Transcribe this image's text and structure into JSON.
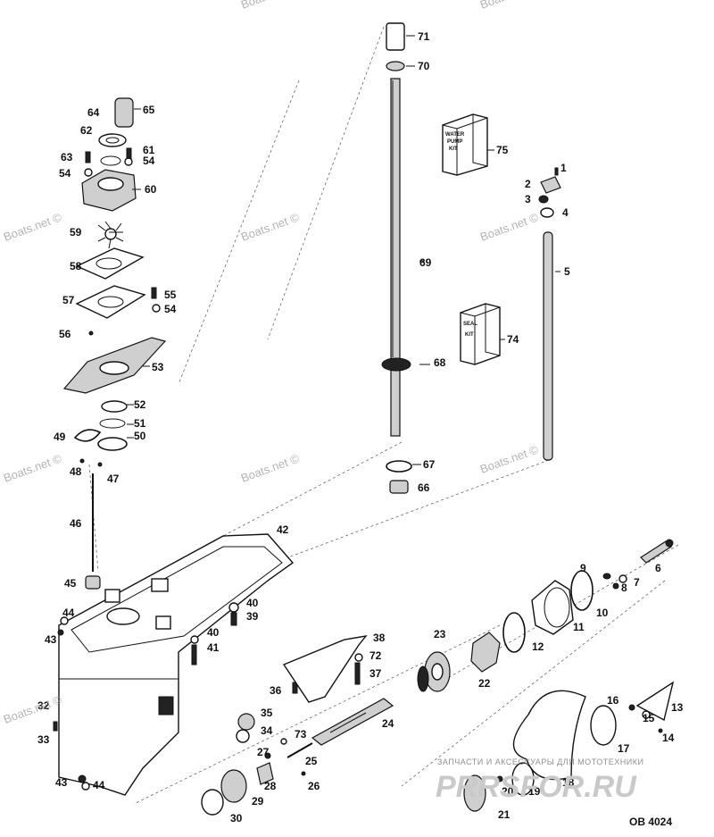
{
  "watermark": "Boats.net ©",
  "drawing_code": "OB 4024",
  "banner": {
    "tagline": "ЗАПЧАСТИ И АКСЕССУАРЫ ДЛЯ МОТОТЕХНИКИ",
    "site": "PRRSFOR.RU"
  },
  "kits": {
    "water_pump": [
      "WATER",
      "PUMP",
      "KIT"
    ],
    "seal": [
      "SEAL",
      "KIT"
    ]
  },
  "parts": [
    "1",
    "2",
    "3",
    "4",
    "5",
    "6",
    "7",
    "8",
    "9",
    "10",
    "11",
    "12",
    "13",
    "14",
    "15",
    "16",
    "17",
    "18",
    "19",
    "20",
    "21",
    "22",
    "23",
    "24",
    "25",
    "26",
    "27",
    "28",
    "29",
    "30",
    "32",
    "33",
    "34",
    "35",
    "36",
    "37",
    "38",
    "39",
    "40",
    "41",
    "42",
    "43",
    "44",
    "45",
    "46",
    "47",
    "48",
    "49",
    "50",
    "51",
    "52",
    "53",
    "54",
    "55",
    "56",
    "57",
    "58",
    "59",
    "60",
    "61",
    "62",
    "63",
    "64",
    "65",
    "66",
    "67",
    "68",
    "69",
    "70",
    "71",
    "72",
    "73",
    "74",
    "75"
  ]
}
